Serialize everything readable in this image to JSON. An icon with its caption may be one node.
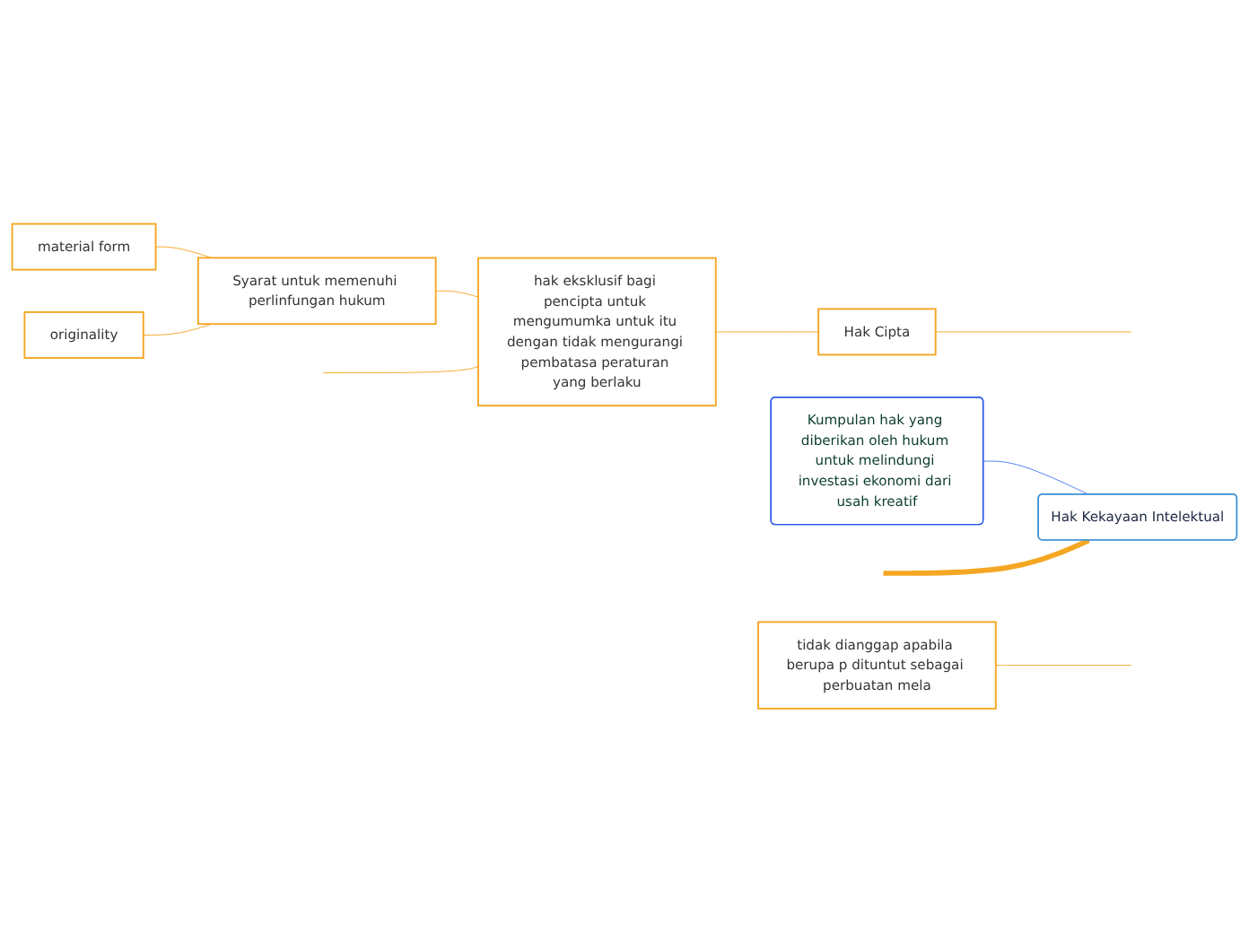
{
  "diagram": {
    "nodes": [
      {
        "text": [
          "Kumpulan hak yang diberikan oleh hukum untuk melindungi investasi ekonomi dari usah kreatif"
        ]
      },
      {
        "text": [
          "Hak Kekayaan Intelektual"
        ]
      },
      {
        "text": [
          "Hak Cipta"
        ]
      },
      {
        "text": [
          "hak eksklusif bagi pencipta untuk mengumumka untuk itu dengan tidak mengurangi pembatasa peraturan yang berlaku"
        ]
      },
      {
        "text": [
          "Syarat untuk memenuhi perlinfungan hukum"
        ]
      },
      {
        "text": [
          "material form"
        ]
      },
      {
        "text": [
          "originality"
        ]
      },
      {
        "text": [
          "tidak dianggap apabila berupa p dituntut sebagai perbuatan mela"
        ]
      }
    ],
    "edges": [
      {
        "from": 1,
        "to": 0,
        "arrow": "none",
        "color": "#4a7cf0"
      },
      {
        "from": 1,
        "to": null,
        "arrow": "none",
        "style": "thick"
      },
      {
        "from": null,
        "to": 2,
        "arrow": "none"
      },
      {
        "from": 2,
        "to": 3,
        "arrow": "none"
      },
      {
        "from": 3,
        "to": 4,
        "arrow": "none"
      },
      {
        "from": 3,
        "to": null,
        "arrow": "none"
      },
      {
        "from": 4,
        "to": 5,
        "arrow": "none"
      },
      {
        "from": 4,
        "to": 6,
        "arrow": "none"
      },
      {
        "from": null,
        "to": 7,
        "arrow": "none"
      }
    ]
  }
}
